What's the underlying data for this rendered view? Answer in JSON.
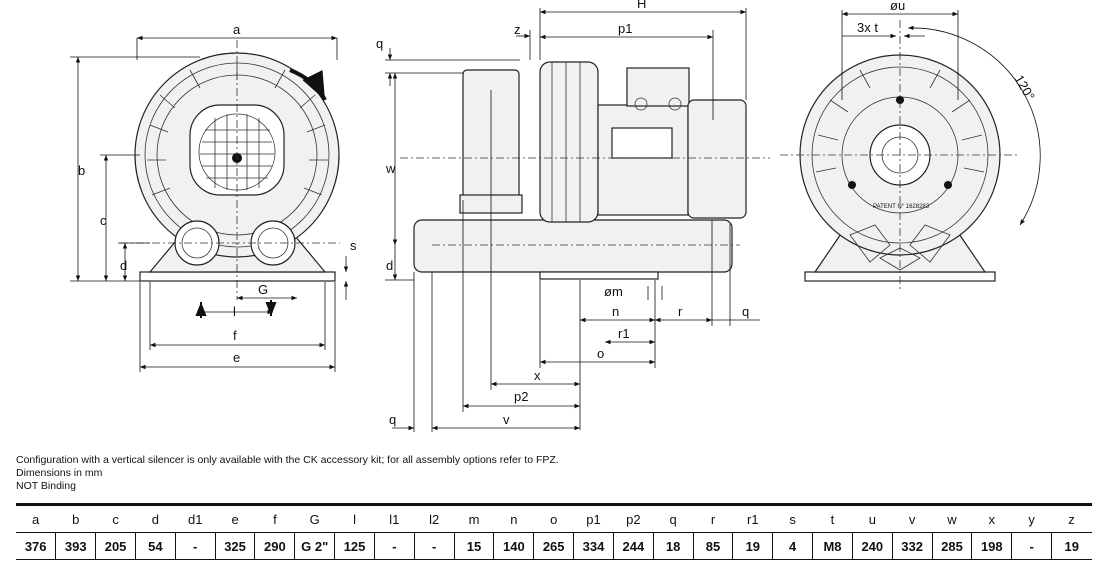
{
  "drawing": {
    "front_view_labels": {
      "a": "a",
      "b": "b",
      "c": "c",
      "d": "d",
      "s": "s",
      "G": "G",
      "l": "l",
      "f": "f",
      "e": "e"
    },
    "side_view_labels": {
      "H": "H",
      "z": "z",
      "p1": "p1",
      "q_top": "q",
      "w": "w",
      "d": "d",
      "om": "øm",
      "n": "n",
      "r": "r",
      "q_right": "q",
      "r1": "r1",
      "o": "o",
      "x": "x",
      "p2": "p2",
      "q_bottom": "q",
      "v": "v"
    },
    "rear_view_labels": {
      "ou": "øu",
      "three_x_t": "3x t",
      "angle": "120°",
      "patent_text": "PATENT N° 1628283"
    },
    "colors": {
      "line": "#111111",
      "part_fill": "#f1f1f1"
    }
  },
  "notes": {
    "line1": "Configuration with a vertical silencer is only available with the CK accessory kit; for all assembly options refer to FPZ.",
    "line2": "Dimensions in mm",
    "line3": "NOT Binding"
  },
  "table": {
    "headers": [
      "a",
      "b",
      "c",
      "d",
      "d1",
      "e",
      "f",
      "G",
      "l",
      "l1",
      "l2",
      "m",
      "n",
      "o",
      "p1",
      "p2",
      "q",
      "r",
      "r1",
      "s",
      "t",
      "u",
      "v",
      "w",
      "x",
      "y",
      "z"
    ],
    "values": [
      "376",
      "393",
      "205",
      "54",
      "-",
      "325",
      "290",
      "G 2\"",
      "125",
      "-",
      "-",
      "15",
      "140",
      "265",
      "334",
      "244",
      "18",
      "85",
      "19",
      "4",
      "M8",
      "240",
      "332",
      "285",
      "198",
      "-",
      "19"
    ]
  }
}
